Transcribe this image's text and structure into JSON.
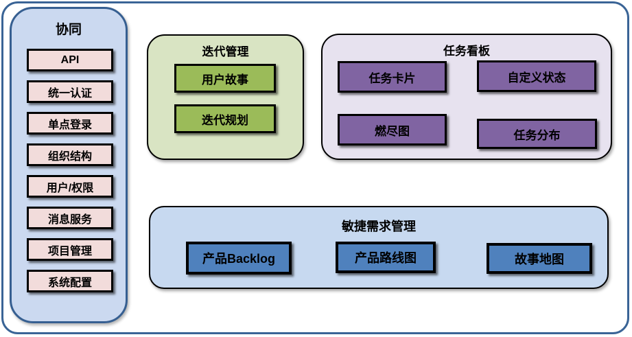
{
  "sidebar": {
    "title": "协同",
    "items": [
      "API",
      "统一认证",
      "单点登录",
      "组织结构",
      "用户/权限",
      "消息服务",
      "项目管理",
      "系统配置"
    ]
  },
  "groups": [
    {
      "title": "迭代管理",
      "items": [
        "用户故事",
        "迭代规划"
      ]
    },
    {
      "title": "任务看板",
      "items": [
        "任务卡片",
        "自定义状态",
        "燃尽图",
        "任务分布"
      ]
    },
    {
      "title": "敏捷需求管理",
      "items": [
        "产品Backlog",
        "产品路线图",
        "故事地图"
      ]
    }
  ],
  "colors": {
    "frame_border": "#3A6496",
    "sidebar_border": "#365F91",
    "sidebar_fill": "#CBD9F0",
    "sidebar_item_fill": "#F2DCDB",
    "iteration_group_fill": "#D9E4C3",
    "iteration_item_fill": "#9BBB59",
    "task_group_fill": "#E7E2EF",
    "task_item_fill": "#8064A2",
    "requirements_group_fill": "#C7D9F0",
    "requirements_item_fill": "#4F81BD",
    "item_border": "#000000",
    "text": "#000000"
  }
}
